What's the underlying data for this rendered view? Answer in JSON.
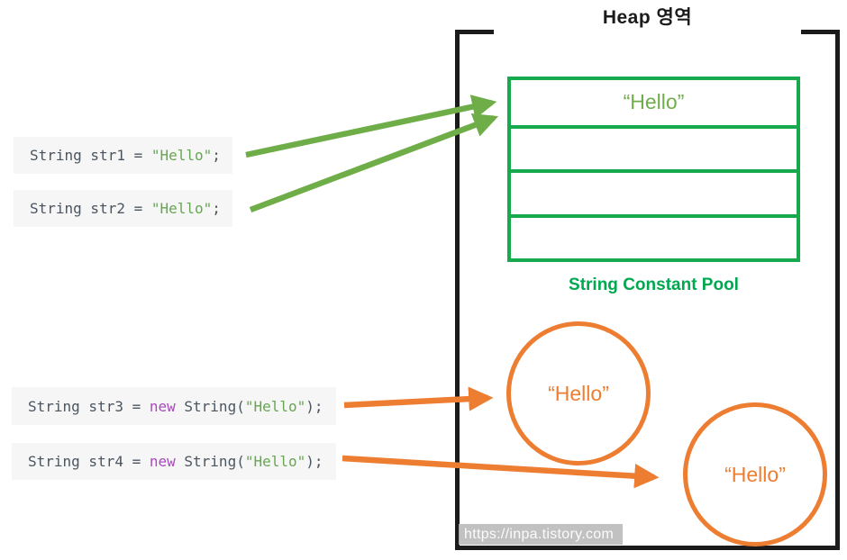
{
  "title": "Heap 영역",
  "colors": {
    "heap_border": "#1b1b1b",
    "pool_border_green": "#17a94e",
    "pool_label_green": "#00a84f",
    "soft_green": "#6fae4b",
    "orange": "#ed7d31",
    "code_text": "#4b5560",
    "code_string_green": "#67a651",
    "code_keyword_purple": "#ab47bc"
  },
  "code_snippets": [
    {
      "pre": "String str1 = ",
      "kw": "",
      "mid": "",
      "str": "\"Hello\"",
      "post": ";"
    },
    {
      "pre": "String str2 = ",
      "kw": "",
      "mid": "",
      "str": "\"Hello\"",
      "post": ";"
    },
    {
      "pre": "String str3 = ",
      "kw": "new",
      "mid": " String(",
      "str": "\"Hello\"",
      "post": ");"
    },
    {
      "pre": "String str4 = ",
      "kw": "new",
      "mid": " String(",
      "str": "\"Hello\"",
      "post": ");"
    }
  ],
  "string_pool": {
    "label": "String Constant Pool",
    "rows": [
      "“Hello”",
      "",
      "",
      ""
    ]
  },
  "heap_objects": [
    {
      "value": "“Hello”"
    },
    {
      "value": "“Hello”"
    }
  ],
  "watermark": "https://inpa.tistory.com"
}
